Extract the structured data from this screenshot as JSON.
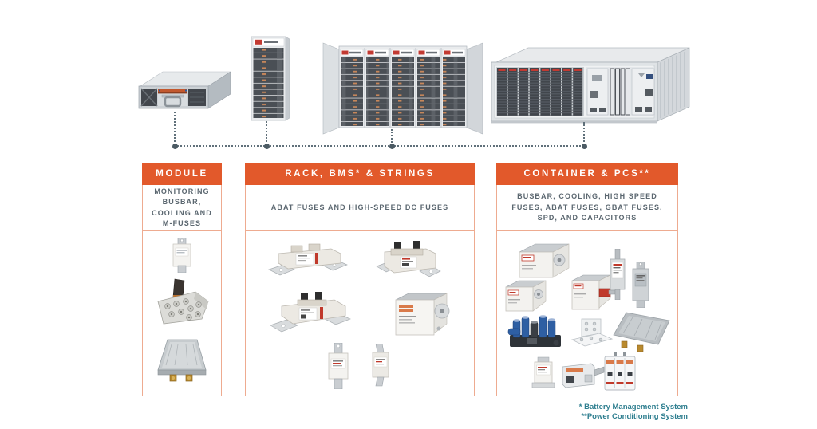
{
  "colors": {
    "accent_orange": "#e2592b",
    "panel_border": "#eeab90",
    "subtitle_text": "#5b6770",
    "footnote_teal": "#2e7e8f",
    "connector": "#60707a"
  },
  "equipment": [
    {
      "id": "battery-module-illustration"
    },
    {
      "id": "battery-rack-illustration"
    },
    {
      "id": "battery-string-racks-illustration"
    },
    {
      "id": "storage-container-with-pcs-illustration"
    }
  ],
  "panels": [
    {
      "title": "MODULE",
      "subtitle": "MONITORING\nBUSBAR,\nCOOLING AND\nM-FUSES",
      "products": [
        "m-fuse",
        "busbar",
        "cooling-plate"
      ]
    },
    {
      "title": "RACK, BMS* & STRINGS",
      "subtitle": "ABAT FUSES AND HIGH-SPEED DC FUSES",
      "products": [
        "abat-fuse-1",
        "abat-fuse-2",
        "abat-fuse-3",
        "high-speed-dc-fuse",
        "dc-fuse-small-1",
        "dc-fuse-small-2"
      ]
    },
    {
      "title": "CONTAINER & PCS**",
      "subtitle": "BUSBAR, COOLING, HIGH SPEED\nFUSES, ABAT FUSES, GBAT FUSES,\nSPD, AND CAPACITORS",
      "products": [
        "gbat-fuse-large",
        "gbat-fuse-small",
        "high-speed-fuse-microswitch",
        "nh-blade-fuse",
        "nh-fuse",
        "capacitor-bank",
        "busbar-bracket",
        "cooling-plate",
        "small-fuse",
        "fuse-holder",
        "surge-protection-device"
      ]
    }
  ],
  "footnotes": [
    "* Battery Management System",
    "**Power Conditioning System"
  ]
}
